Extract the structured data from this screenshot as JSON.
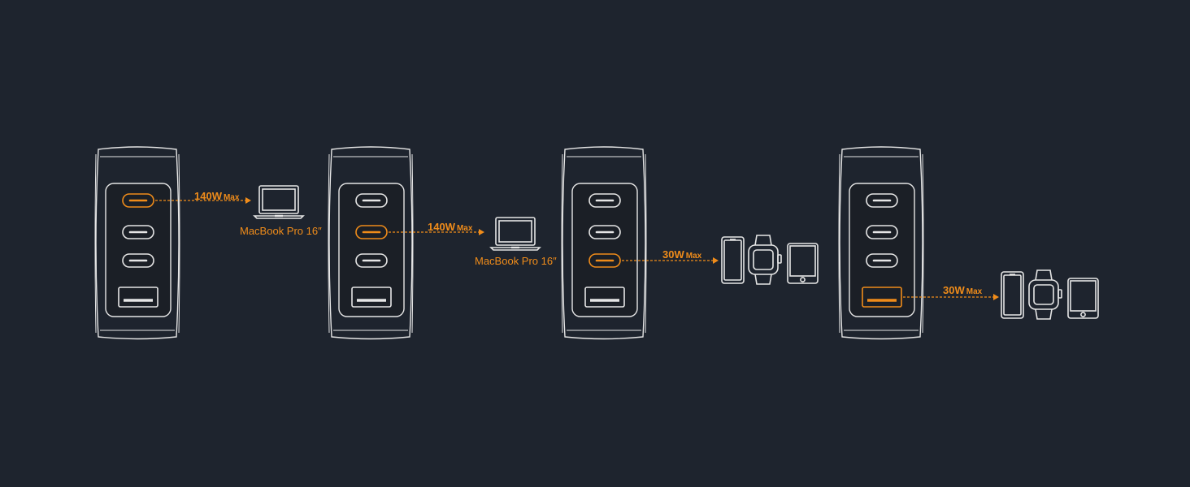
{
  "colors": {
    "background": "#1e242e",
    "outline": "#e6e6e6",
    "accent": "#f08c1a",
    "port_fill": "#1b1f26"
  },
  "panels": [
    {
      "active_port": "usb-c-1",
      "power": "140W",
      "max_label": "Max",
      "devices": [
        "laptop-icon"
      ],
      "device_label": "MacBook Pro 16″"
    },
    {
      "active_port": "usb-c-2",
      "power": "140W",
      "max_label": "Max",
      "devices": [
        "laptop-icon"
      ],
      "device_label": "MacBook Pro 16″"
    },
    {
      "active_port": "usb-c-3",
      "power": "30W",
      "max_label": "Max",
      "devices": [
        "phone-icon",
        "watch-icon",
        "tablet-icon"
      ],
      "device_label": ""
    },
    {
      "active_port": "usb-a",
      "power": "30W",
      "max_label": "Max",
      "devices": [
        "phone-icon",
        "watch-icon",
        "tablet-icon"
      ],
      "device_label": ""
    }
  ]
}
